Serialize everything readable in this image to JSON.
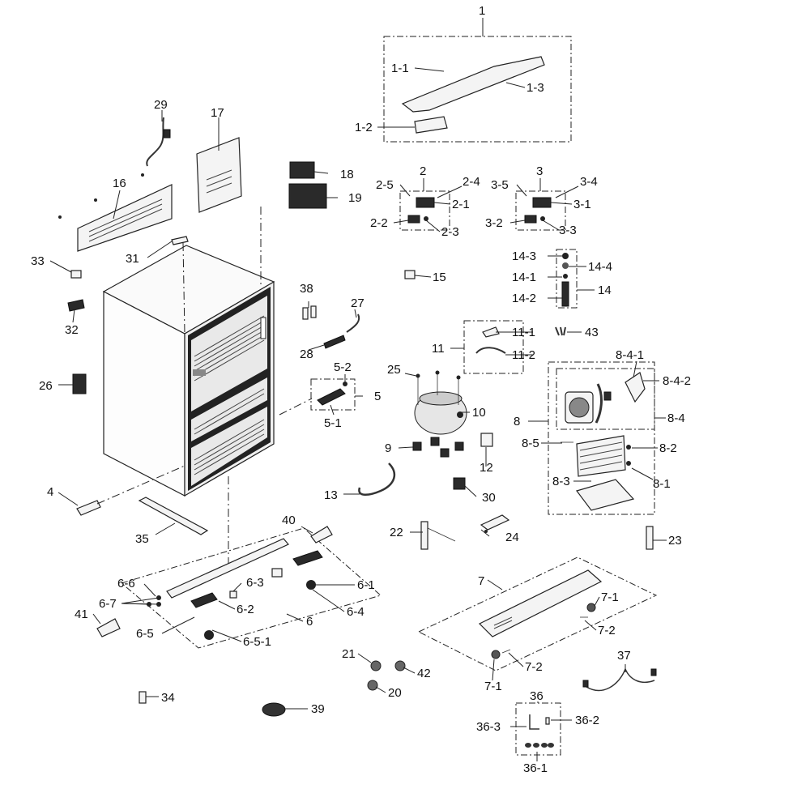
{
  "labels": {
    "p1": "1",
    "p1_1": "1-1",
    "p1_2": "1-2",
    "p1_3": "1-3",
    "p2": "2",
    "p2_1": "2-1",
    "p2_2": "2-2",
    "p2_3": "2-3",
    "p2_4": "2-4",
    "p2_5": "2-5",
    "p3": "3",
    "p3_1": "3-1",
    "p3_2": "3-2",
    "p3_3": "3-3",
    "p3_4": "3-4",
    "p3_5": "3-5",
    "p4": "4",
    "p5": "5",
    "p5_1": "5-1",
    "p5_2": "5-2",
    "p6": "6",
    "p6_1": "6-1",
    "p6_2": "6-2",
    "p6_3": "6-3",
    "p6_4": "6-4",
    "p6_5": "6-5",
    "p6_5_1": "6-5-1",
    "p6_6": "6-6",
    "p6_7": "6-7",
    "p7": "7",
    "p7_1a": "7-1",
    "p7_1b": "7-1",
    "p7_2a": "7-2",
    "p7_2b": "7-2",
    "p8": "8",
    "p8_1": "8-1",
    "p8_2": "8-2",
    "p8_3": "8-3",
    "p8_4": "8-4",
    "p8_4_1": "8-4-1",
    "p8_4_2": "8-4-2",
    "p8_5": "8-5",
    "p9": "9",
    "p10": "10",
    "p11": "11",
    "p11_1": "11-1",
    "p11_2": "11-2",
    "p12": "12",
    "p13": "13",
    "p14": "14",
    "p14_1": "14-1",
    "p14_2": "14-2",
    "p14_3": "14-3",
    "p14_4": "14-4",
    "p15": "15",
    "p16": "16",
    "p17": "17",
    "p18": "18",
    "p19": "19",
    "p20": "20",
    "p21": "21",
    "p22": "22",
    "p23": "23",
    "p24": "24",
    "p25": "25",
    "p26": "26",
    "p27": "27",
    "p28": "28",
    "p29": "29",
    "p30": "30",
    "p31": "31",
    "p32": "32",
    "p33": "33",
    "p34": "34",
    "p35": "35",
    "p36": "36",
    "p36_1": "36-1",
    "p36_2": "36-2",
    "p36_3": "36-3",
    "p37": "37",
    "p38": "38",
    "p39": "39",
    "p40": "40",
    "p41": "41",
    "p42": "42",
    "p43": "43"
  }
}
